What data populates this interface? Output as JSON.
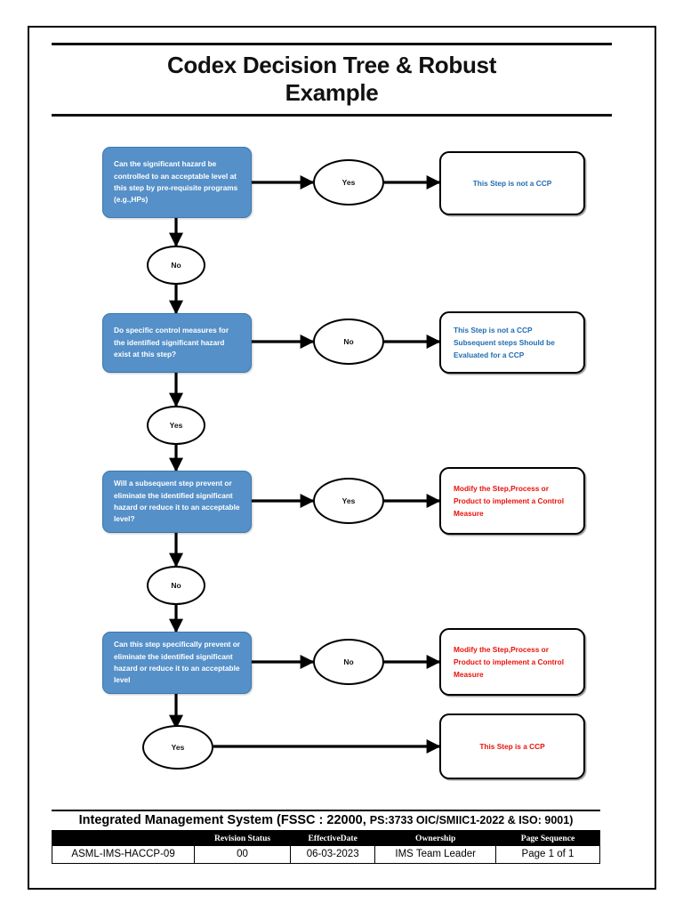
{
  "document": {
    "title_line1": "Codex Decision Tree & Robust",
    "title_line2": "Example"
  },
  "colors": {
    "question_box_fill": "#5590c8",
    "question_box_text": "#ffffff",
    "outcome_blue_text": "#1f6cb0",
    "outcome_red_text": "#e8120b",
    "border": "#000000",
    "page_background": "#ffffff"
  },
  "flowchart": {
    "questions": [
      {
        "id": "q1",
        "text": "Can the significant hazard be controlled to an acceptable level at this step by pre-requisite programs (e.g.,HPs)"
      },
      {
        "id": "q2",
        "text": "Do specific control measures for the identified significant hazard exist at this step?"
      },
      {
        "id": "q3",
        "text": "Will a subsequent step prevent or eliminate the identified significant hazard or reduce it to an acceptable level?"
      },
      {
        "id": "q4",
        "text": "Can this step specifically prevent or eliminate the identified significant hazard or reduce it to an acceptable level"
      }
    ],
    "branch_ovals": [
      {
        "id": "q1-right",
        "label": "Yes"
      },
      {
        "id": "q1-down",
        "label": "No"
      },
      {
        "id": "q2-right",
        "label": "No"
      },
      {
        "id": "q2-down",
        "label": "Yes"
      },
      {
        "id": "q3-right",
        "label": "Yes"
      },
      {
        "id": "q3-down",
        "label": "No"
      },
      {
        "id": "q4-right",
        "label": "No"
      },
      {
        "id": "q4-down",
        "label": "Yes"
      }
    ],
    "outcomes": [
      {
        "id": "o1",
        "style": "blue",
        "align": "center",
        "lines": [
          "This Step is not a CCP"
        ]
      },
      {
        "id": "o2",
        "style": "blue",
        "align": "left",
        "lines": [
          "This Step is not a CCP",
          "Subsequent steps Should be",
          "Evaluated  for a CCP"
        ]
      },
      {
        "id": "o3",
        "style": "red",
        "align": "left",
        "lines": [
          "Modify the Step,Process or",
          "Product to implement a Control",
          "Measure"
        ]
      },
      {
        "id": "o4",
        "style": "red",
        "align": "left",
        "lines": [
          "Modify the Step,Process or",
          "Product to implement a Control",
          "Measure"
        ]
      },
      {
        "id": "o5",
        "style": "red",
        "align": "center",
        "lines": [
          "This Step is a CCP"
        ]
      }
    ]
  },
  "footer": {
    "title_main": "Integrated Management System (FSSC : 22000, ",
    "title_small": "PS:3733 OIC/SMIIC1-2022 & ISO: 9001)",
    "columns": [
      "",
      "Revision Status",
      "EffectiveDate",
      "Ownership",
      "Page Sequence"
    ],
    "row": [
      "ASML-IMS-HACCP-09",
      "00",
      "06-03-2023",
      "IMS Team Leader",
      "Page 1 of 1"
    ]
  }
}
